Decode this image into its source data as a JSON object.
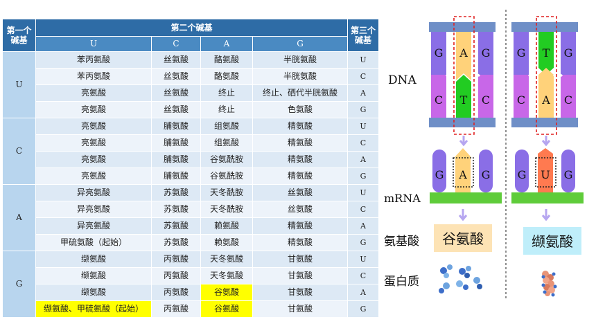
{
  "table": {
    "header_first": "第一个碱基",
    "header_second": "第二个碱基",
    "header_third": "第三个碱基",
    "second_bases": [
      "U",
      "C",
      "A",
      "G"
    ],
    "groups": [
      {
        "base": "U",
        "rows": [
          {
            "cells": [
              "苯丙氨酸",
              "丝氨酸",
              "酪氨酸",
              "半胱氨酸"
            ],
            "third": "U"
          },
          {
            "cells": [
              "苯丙氨酸",
              "丝氨酸",
              "酪氨酸",
              "半胱氨酸"
            ],
            "third": "C"
          },
          {
            "cells": [
              "亮氨酸",
              "丝氨酸",
              "终止",
              "终止、硒代半胱氨酸"
            ],
            "third": "A"
          },
          {
            "cells": [
              "亮氨酸",
              "丝氨酸",
              "终止",
              "色氨酸"
            ],
            "third": "G"
          }
        ]
      },
      {
        "base": "C",
        "rows": [
          {
            "cells": [
              "亮氨酸",
              "脯氨酸",
              "组氨酸",
              "精氨酸"
            ],
            "third": "U"
          },
          {
            "cells": [
              "亮氨酸",
              "脯氨酸",
              "组氨酸",
              "精氨酸"
            ],
            "third": "C"
          },
          {
            "cells": [
              "亮氨酸",
              "脯氨酸",
              "谷氨酰胺",
              "精氨酸"
            ],
            "third": "A"
          },
          {
            "cells": [
              "亮氨酸",
              "脯氨酸",
              "谷氨酰胺",
              "精氨酸"
            ],
            "third": "G"
          }
        ]
      },
      {
        "base": "A",
        "rows": [
          {
            "cells": [
              "异亮氨酸",
              "苏氨酸",
              "天冬酰胺",
              "丝氨酸"
            ],
            "third": "U"
          },
          {
            "cells": [
              "异亮氨酸",
              "苏氨酸",
              "天冬酰胺",
              "丝氨酸"
            ],
            "third": "C"
          },
          {
            "cells": [
              "异亮氨酸",
              "苏氨酸",
              "赖氨酸",
              "精氨酸"
            ],
            "third": "A"
          },
          {
            "cells": [
              "甲硫氨酸（起始）",
              "苏氨酸",
              "赖氨酸",
              "精氨酸"
            ],
            "third": "G"
          }
        ]
      },
      {
        "base": "G",
        "rows": [
          {
            "cells": [
              "缬氨酸",
              "丙氨酸",
              "天冬氨酸",
              "甘氨酸"
            ],
            "third": "U"
          },
          {
            "cells": [
              "缬氨酸",
              "丙氨酸",
              "天冬氨酸",
              "甘氨酸"
            ],
            "third": "C"
          },
          {
            "cells": [
              "缬氨酸",
              "丙氨酸",
              "谷氨酸",
              "甘氨酸"
            ],
            "third": "A"
          },
          {
            "cells": [
              "缬氨酸、甲硫氨酸（起始）",
              "丙氨酸",
              "谷氨酸",
              "甘氨酸"
            ],
            "third": "G"
          }
        ]
      }
    ],
    "highlighted_cells": [
      [
        3,
        2,
        2
      ],
      [
        3,
        3,
        0
      ],
      [
        3,
        3,
        2
      ]
    ],
    "highlight_color": "#ffff00"
  },
  "diagram": {
    "labels": {
      "dna": "DNA",
      "mrna": "mRNA",
      "amino_acid": "氨基酸",
      "protein": "蛋白质"
    },
    "left": {
      "dna_top": [
        "G",
        "A",
        "G"
      ],
      "dna_bottom": [
        "C",
        "T",
        "C"
      ],
      "mrna": [
        "G",
        "A",
        "G"
      ],
      "amino_acid": "谷氨酸"
    },
    "right": {
      "dna_top": [
        "G",
        "T",
        "G"
      ],
      "dna_bottom": [
        "C",
        "A",
        "C"
      ],
      "mrna": [
        "G",
        "U",
        "G"
      ],
      "amino_acid": "缬氨酸"
    },
    "colors": {
      "purple_strand": "#8a6ee6",
      "magenta_strand": "#c867e8",
      "green_base": "#22cc22",
      "yellow_base": "#ffd27a",
      "orange_base": "#ff7a50",
      "highlight_box": "#e02020",
      "mrna_bar": "#5fcc3a",
      "box_left": "#fde3b5",
      "box_right": "#bfeefa"
    }
  }
}
